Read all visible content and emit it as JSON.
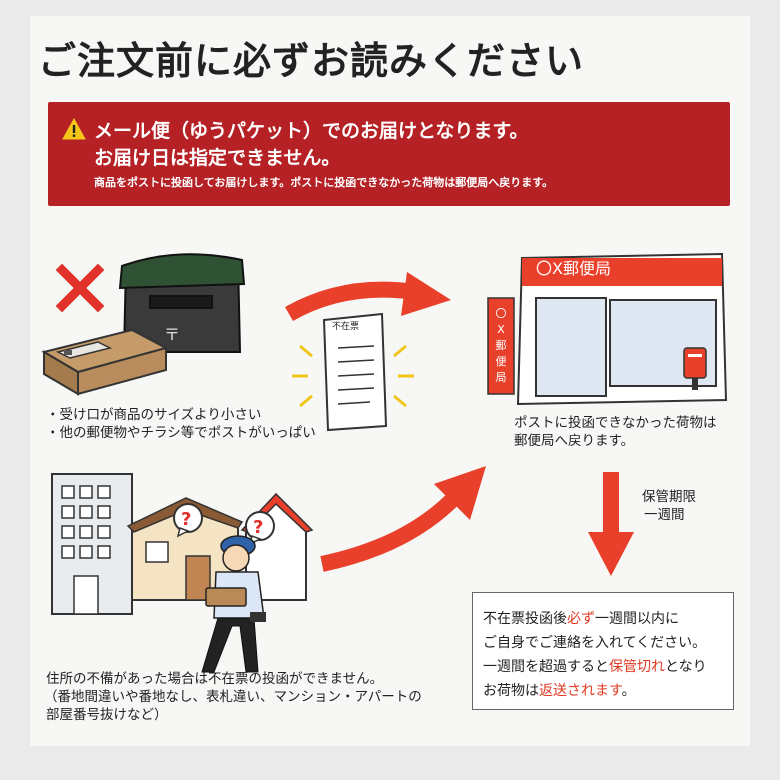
{
  "title": "ご注文前に必ずお読みください",
  "banner": {
    "line1": "メール便（ゆうパケット）でのお届けとなります。",
    "line2": "お届け日は指定できません。",
    "line3": "商品をポストに投函してお届けします。ポストに投函できなかった荷物は郵便局へ戻ります。"
  },
  "notice_slip_label": "不在票",
  "post_office": {
    "sign": "〇X郵便局",
    "vertical_sign": [
      "〇",
      "X",
      "郵",
      "便",
      "局"
    ],
    "caption_line1": "ポストに投函できなかった荷物は",
    "caption_line2": "郵便局へ戻ります。"
  },
  "mailbox_reasons": [
    "・受け口が商品のサイズより小さい",
    "・他の郵便物やチラシ等でポストがいっぱい"
  ],
  "storage": {
    "line1": "保管期限",
    "line2": "一週間"
  },
  "address_issue": {
    "line1": "住所の不備があった場合は不在票の投函ができません。",
    "line2": "（番地間違いや番地なし、表札違い、マンション・アパートの",
    "line3": "部屋番号抜けなど）"
  },
  "infobox": {
    "r1a": "不在票投函後",
    "r1b": "必ず",
    "r1c": "一週間以内に",
    "r2": "ご自身でご連絡を入れてください。",
    "r3a": "一週間を超過すると",
    "r3b": "保管切れ",
    "r3c": "となり",
    "r4a": "お荷物は",
    "r4b": "返送されます",
    "r4c": "。"
  },
  "colors": {
    "banner": "#b52125",
    "accent": "#e8402a",
    "post_red": "#e8402a",
    "mailbox": "#3a3a3a",
    "mailbox_lid": "#2f5134"
  },
  "icons": [
    "warning-icon",
    "cross-mark-icon",
    "mailbox-illustration",
    "package-illustration",
    "notice-slip-illustration",
    "post-office-illustration",
    "red-mailbox-icon",
    "building-illustration",
    "house-illustration",
    "question-bubble-icon",
    "delivery-person-illustration",
    "curved-arrow-icon",
    "down-arrow-icon"
  ]
}
